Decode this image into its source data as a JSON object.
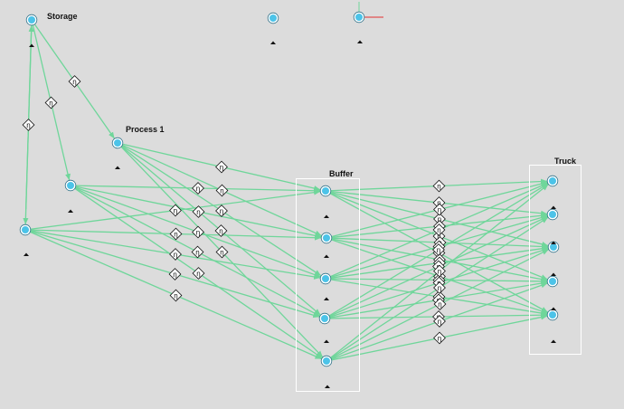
{
  "diagram": {
    "colors": {
      "background": "#dcdcdc",
      "edge": "#6fd69a",
      "node_fill": "#4cc3e8",
      "node_ring": "#ffffff",
      "group_border": "#ffffff",
      "axis_x": "#e53030",
      "axis_y": "#6fd69a"
    },
    "labels": {
      "storage": "Storage",
      "process1": "Process 1",
      "buffer": "Buffer",
      "truck": "Truck"
    },
    "edge_marker_glyph": "ƞ"
  }
}
